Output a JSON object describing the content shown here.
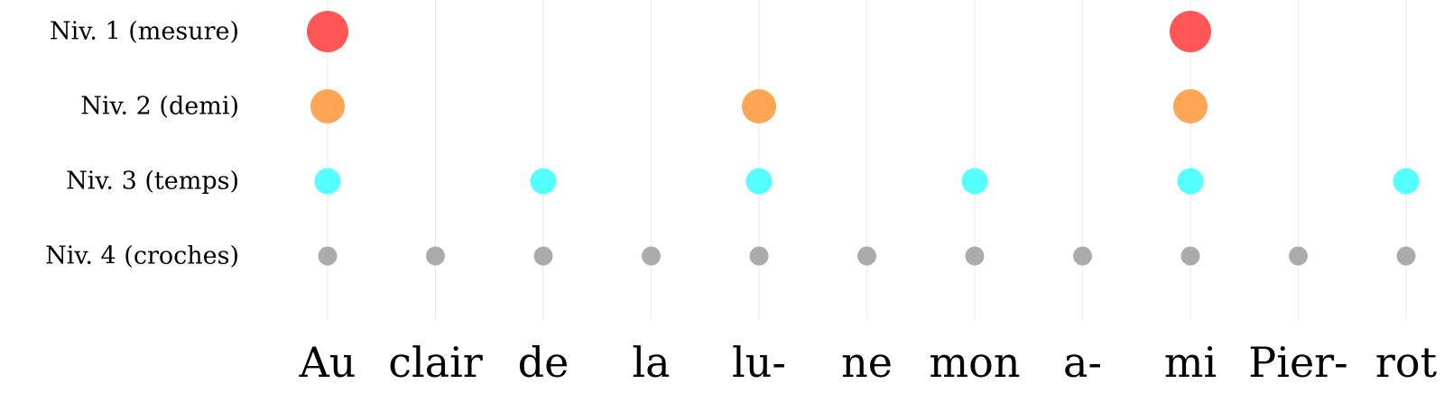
{
  "chart_data": {
    "type": "scatter",
    "title": "",
    "xlabel": "",
    "ylabel": "",
    "grid": "vertical",
    "syllables": [
      "Au",
      "clair",
      "de",
      "la",
      "lu-",
      "ne",
      "mon",
      "a-",
      "mi",
      "Pier-",
      "rot"
    ],
    "levels": [
      {
        "label": "Niv. 1 (mesure)",
        "color": "#ff4d4d",
        "size": "large",
        "positions": [
          0,
          8
        ]
      },
      {
        "label": "Niv. 2 (demi)",
        "color": "#ffa04d",
        "size": "medium",
        "positions": [
          0,
          4,
          8
        ]
      },
      {
        "label": "Niv. 3 (temps)",
        "color": "#4dffff",
        "size": "small",
        "positions": [
          0,
          2,
          4,
          6,
          8,
          10
        ]
      },
      {
        "label": "Niv. 4 (croches)",
        "color": "#a6a6a6",
        "size": "tiny",
        "positions": [
          0,
          1,
          2,
          3,
          4,
          5,
          6,
          7,
          8,
          9,
          10
        ]
      }
    ]
  }
}
